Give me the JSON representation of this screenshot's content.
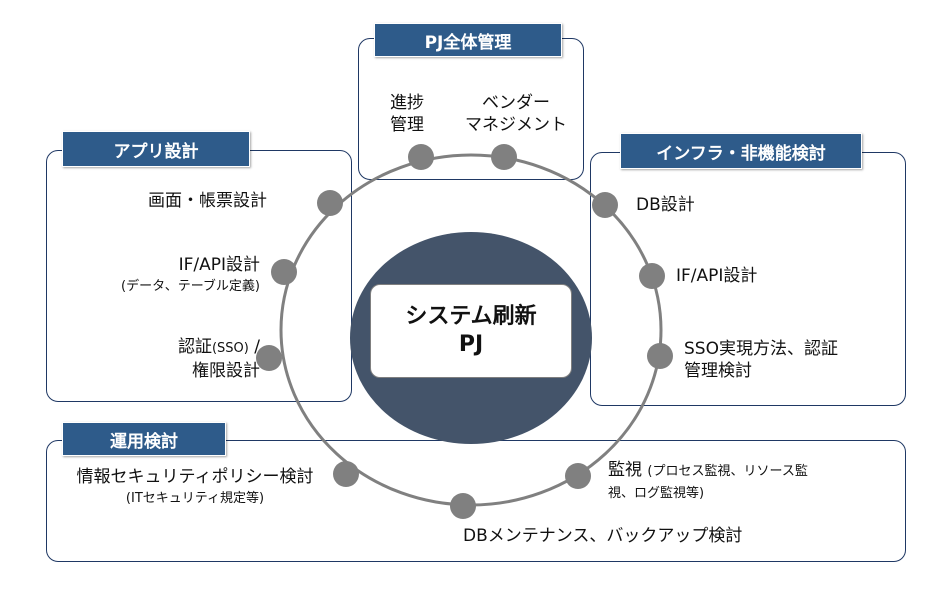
{
  "center": {
    "line1": "システム刷新",
    "line2": "PJ"
  },
  "groups": {
    "pj": {
      "title": "PJ全体管理",
      "items": [
        [
          "進捗",
          "管理"
        ],
        [
          "ベンダー",
          "マネジメント"
        ]
      ]
    },
    "app": {
      "title": "アプリ設計",
      "items": [
        {
          "main": "画面・帳票設計"
        },
        {
          "main": "IF/API設計",
          "sub": "(データ、テーブル定義)"
        },
        {
          "line1": "認証",
          "small": "(SSO)",
          "tail": " /",
          "line2": "権限設計"
        }
      ]
    },
    "infra": {
      "title": "インフラ・非機能検討",
      "items": [
        {
          "main": "DB設計"
        },
        {
          "main": "IF/API設計"
        },
        {
          "line1": "SSO実現方法、認証",
          "line2": "管理検討"
        }
      ]
    },
    "ops": {
      "title": "運用検討",
      "items": [
        {
          "main": "情報セキュリティポリシー検討",
          "sub": "(ITセキュリティ規定等)"
        },
        {
          "main": "DBメンテナンス、バックアップ検討"
        },
        {
          "main": "監視",
          "sub1": "(プロセス監視、リソース監",
          "sub2": "視、ログ監視等)"
        }
      ]
    }
  },
  "colors": {
    "header": "#2e5b8a",
    "border": "#1f3864",
    "center": "#44546a",
    "dot": "#808080",
    "ring": "#808080"
  }
}
